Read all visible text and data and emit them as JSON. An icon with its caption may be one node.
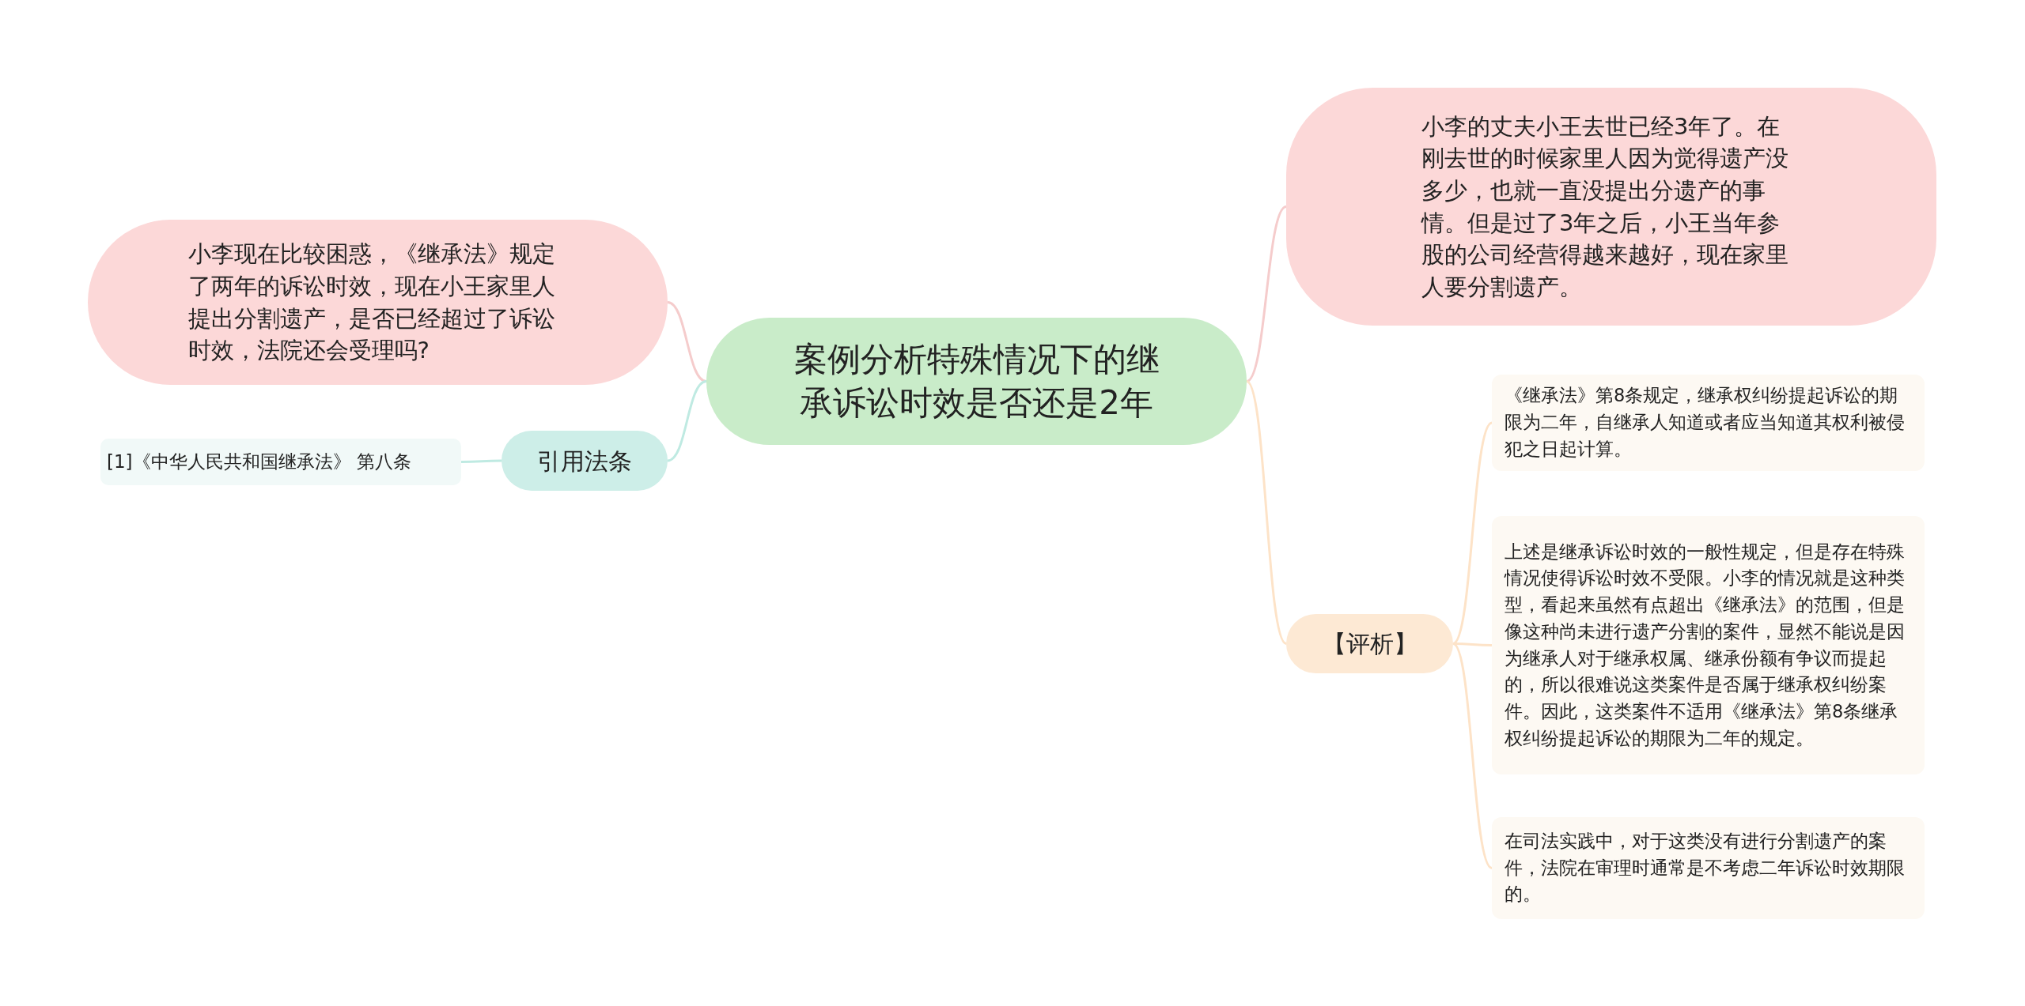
{
  "diagram": {
    "nodes": [
      {
        "text": [
          "案例分析特殊情况下的继承诉讼时效是否还是2年"
        ]
      },
      {
        "text": [
          "小李现在比较困惑，《继承法》规定了两年的诉讼时效，现在小王家里人提出分割遗产，是否已经超过了诉讼时效，法院还会受理吗?"
        ]
      },
      {
        "text": [
          "小李的丈夫小王去世已经3年了。在刚去世的时候家里人因为觉得遗产没多少，也就一直没提出分遗产的事情。但是过了3年之后，小王当年参股的公司经营得越来越好，现在家里人要分割遗产。"
        ]
      },
      {
        "text": [
          "[1]《中华人民共和国继承法》 第八条"
        ]
      },
      {
        "text": [
          "引用法条"
        ]
      },
      {
        "text": [
          "《继承法》第8条规定，继承权纠纷提起诉讼的期限为二年，自继承人知道或者应当知道其权利被侵犯之日起计算。"
        ]
      },
      {
        "text": [
          "【评析】"
        ]
      },
      {
        "text": [
          "上述是继承诉讼时效的一般性规定，但是存在特殊情况使得诉讼时效不受限。小李的情况就是这种类型，看起来虽然有点超出《继承法》的范围，但是像这种尚未进行遗产分割的案件，显然不能说是因为继承人对于继承权属、继承份额有争议而提起的，所以很难说这类案件是否属于继承权纠纷案件。因此，这类案件不适用《继承法》第8条继承权纠纷提起诉讼的期限为二年的规定。"
        ]
      },
      {
        "text": [
          "在司法实践中，对于这类没有进行分割遗产的案件，法院在审理时通常是不考虑二年诉讼时效期限的。"
        ]
      }
    ],
    "edges": [
      {
        "from": 0,
        "to": 1,
        "arrow": "none",
        "color": "#f5cccc"
      },
      {
        "from": 0,
        "to": 2,
        "arrow": "none",
        "color": "#f5cccc"
      },
      {
        "from": 0,
        "to": 4,
        "arrow": "none",
        "color": "#bfeae2"
      },
      {
        "from": 4,
        "to": 3,
        "arrow": "none",
        "color": "#bfeae2"
      },
      {
        "from": 0,
        "to": 6,
        "arrow": "none"
      },
      {
        "from": 6,
        "to": 5,
        "arrow": "none"
      },
      {
        "from": 6,
        "to": 7,
        "arrow": "none"
      },
      {
        "from": 6,
        "to": 8,
        "arrow": "none"
      }
    ]
  }
}
